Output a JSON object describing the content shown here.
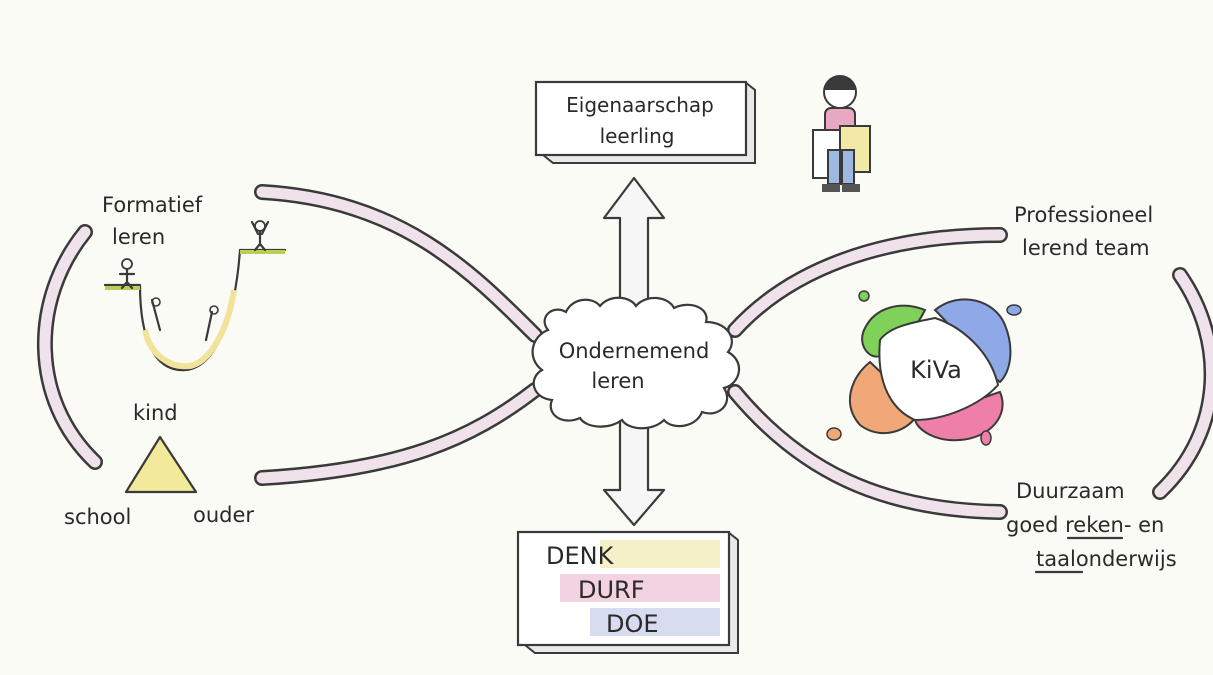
{
  "center": {
    "line1": "Ondernemend",
    "line2": "leren"
  },
  "top_box": {
    "line1": "Eigenaarschap",
    "line2": "leerling"
  },
  "bottom_box": {
    "lines": [
      "DENK",
      "DURF",
      "DOE"
    ]
  },
  "left_top": {
    "line1": "Formatief",
    "line2": "leren"
  },
  "triangle": {
    "top": "kind",
    "left": "school",
    "right": "ouder"
  },
  "right_top": {
    "line1": "Professioneel",
    "line2": "lerend team"
  },
  "kiva": {
    "label": "KiVa"
  },
  "right_bottom": {
    "line1": "Duurzaam",
    "line2_a": "goed",
    "line2_b": "reken",
    "line2_c": "- en",
    "line3_a": "taal",
    "line3_b": "onderwijs"
  },
  "colors": {
    "band_fill": "#efe2ea",
    "denk_highlight": "#f6f0c8",
    "durf_highlight": "#f3d3e2",
    "doe_highlight": "#d8dcf0",
    "triangle_fill": "#f2ea9a",
    "kiva_green": "#7fd15a",
    "kiva_blue": "#8fa8e8",
    "kiva_orange": "#f0a878",
    "kiva_pink": "#ee7fa8"
  }
}
